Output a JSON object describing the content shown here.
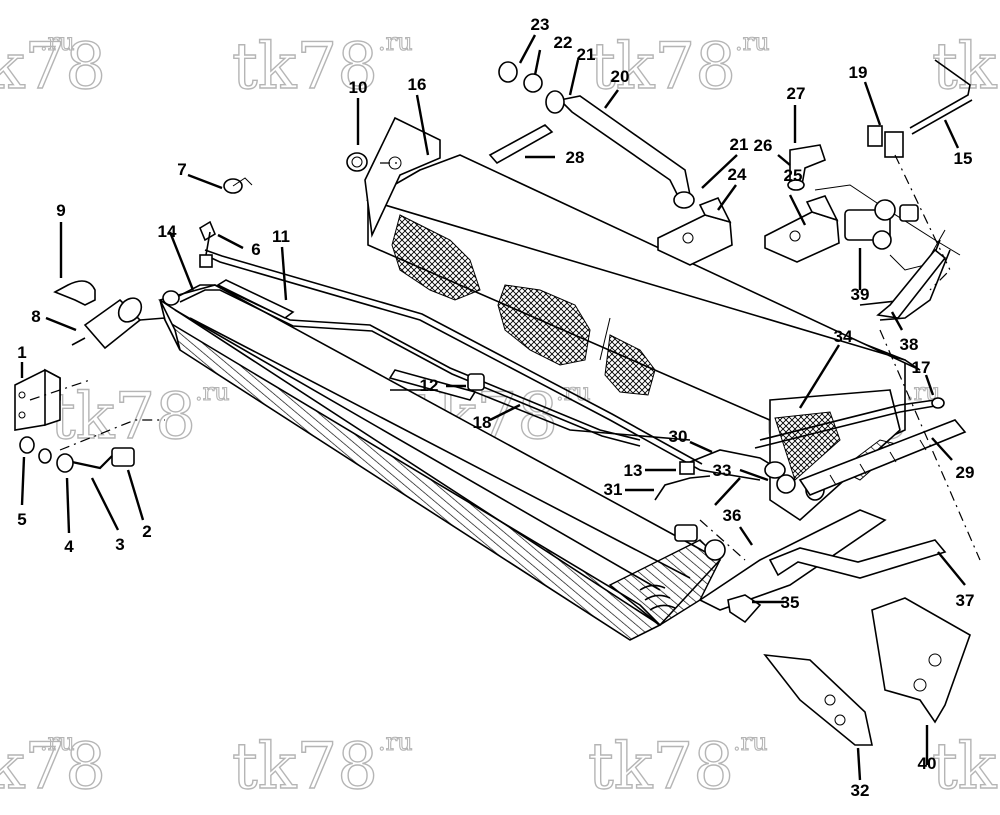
{
  "watermark": {
    "main": "tk78",
    "sup": ".ru"
  },
  "callouts": [
    {
      "n": "1",
      "text": "1"
    },
    {
      "n": "2",
      "text": "2"
    },
    {
      "n": "3",
      "text": "3"
    },
    {
      "n": "4",
      "text": "4"
    },
    {
      "n": "5",
      "text": "5"
    },
    {
      "n": "6",
      "text": "6"
    },
    {
      "n": "7",
      "text": "7"
    },
    {
      "n": "8",
      "text": "8"
    },
    {
      "n": "9",
      "text": "9"
    },
    {
      "n": "10",
      "text": "10"
    },
    {
      "n": "11",
      "text": "11"
    },
    {
      "n": "12",
      "text": "12"
    },
    {
      "n": "13",
      "text": "13"
    },
    {
      "n": "14",
      "text": "14"
    },
    {
      "n": "15",
      "text": "15"
    },
    {
      "n": "16",
      "text": "16"
    },
    {
      "n": "17",
      "text": "17"
    },
    {
      "n": "18",
      "text": "18"
    },
    {
      "n": "19",
      "text": "19"
    },
    {
      "n": "20",
      "text": "20"
    },
    {
      "n": "21a",
      "text": "21"
    },
    {
      "n": "21b",
      "text": "21"
    },
    {
      "n": "22",
      "text": "22"
    },
    {
      "n": "23",
      "text": "23"
    },
    {
      "n": "24",
      "text": "24"
    },
    {
      "n": "25",
      "text": "25"
    },
    {
      "n": "26",
      "text": "26"
    },
    {
      "n": "27",
      "text": "27"
    },
    {
      "n": "28",
      "text": "28"
    },
    {
      "n": "29",
      "text": "29"
    },
    {
      "n": "30",
      "text": "30"
    },
    {
      "n": "31",
      "text": "31"
    },
    {
      "n": "32",
      "text": "32"
    },
    {
      "n": "33",
      "text": "33"
    },
    {
      "n": "34",
      "text": "34"
    },
    {
      "n": "35",
      "text": "35"
    },
    {
      "n": "36",
      "text": "36"
    },
    {
      "n": "37",
      "text": "37"
    },
    {
      "n": "38",
      "text": "38"
    },
    {
      "n": "39",
      "text": "39"
    },
    {
      "n": "40",
      "text": "40"
    }
  ]
}
